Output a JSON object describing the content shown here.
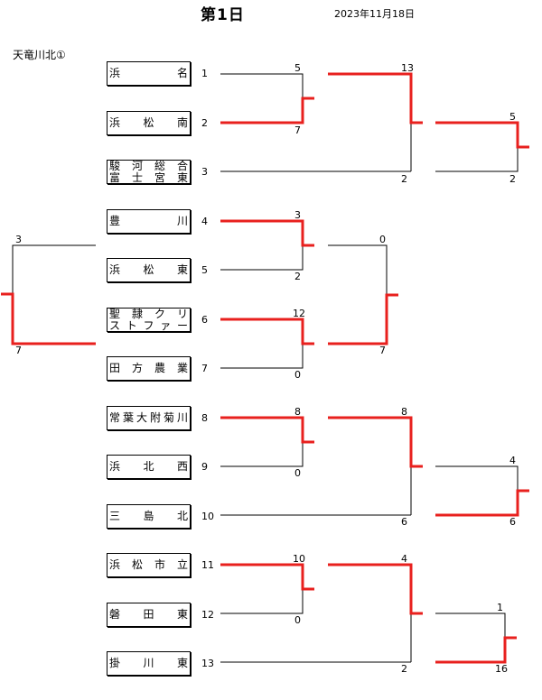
{
  "header": {
    "title": "第1日",
    "date": "2023年11月18日",
    "top_left_team": "天竜川北①"
  },
  "teams": [
    {
      "seed": "1",
      "lines": [
        "浜　　　名"
      ]
    },
    {
      "seed": "2",
      "lines": [
        "浜　松　南"
      ]
    },
    {
      "seed": "3",
      "lines": [
        "駿河総合",
        "富士宮東"
      ]
    },
    {
      "seed": "4",
      "lines": [
        "豊　　　川"
      ]
    },
    {
      "seed": "5",
      "lines": [
        "浜　松　東"
      ]
    },
    {
      "seed": "6",
      "lines": [
        "聖隷クリ",
        "ストファー"
      ]
    },
    {
      "seed": "7",
      "lines": [
        "田方農業"
      ]
    },
    {
      "seed": "8",
      "lines": [
        "常葉大附菊川"
      ]
    },
    {
      "seed": "9",
      "lines": [
        "浜　北　西"
      ]
    },
    {
      "seed": "10",
      "lines": [
        "三　島　北"
      ]
    },
    {
      "seed": "11",
      "lines": [
        "浜松市立"
      ]
    },
    {
      "seed": "12",
      "lines": [
        "磐　田　東"
      ]
    },
    {
      "seed": "13",
      "lines": [
        "掛　川　東"
      ]
    }
  ],
  "scores": {
    "m1_top": "5",
    "m1_bottom": "7",
    "m2_top": "13",
    "m2_bottom": "2",
    "m3_top": "5",
    "m3_bottom": "2",
    "m4_top": "3",
    "m4_bottom": "2",
    "m5_top": "12",
    "m5_bottom": "0",
    "m6_top": "0",
    "m6_bottom": "7",
    "m7_top": "3",
    "m7_bottom": "7",
    "m8_top": "8",
    "m8_bottom": "0",
    "m9_top": "8",
    "m9_bottom": "6",
    "m10_top": "4",
    "m10_bottom": "6",
    "m11_top": "10",
    "m11_bottom": "0",
    "m12_top": "4",
    "m12_bottom": "2",
    "m13_top": "1",
    "m13_bottom": "16"
  },
  "colors": {
    "win": "#e8201e",
    "line": "#000000"
  }
}
